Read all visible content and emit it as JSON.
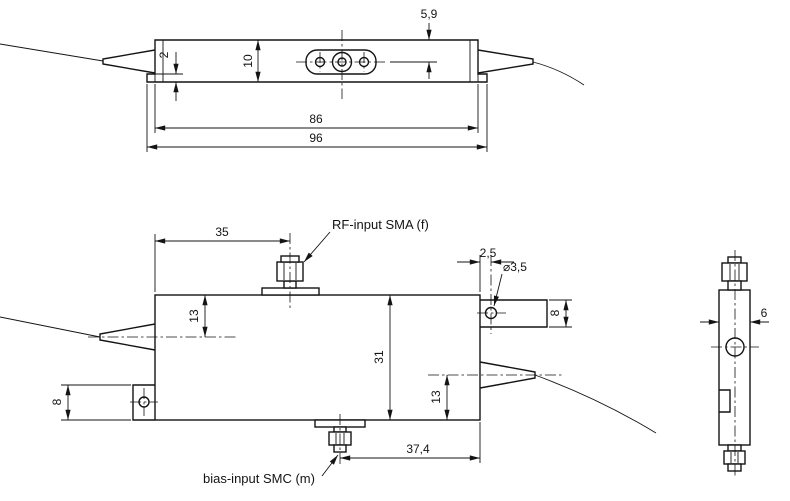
{
  "colors": {
    "line": "#141414",
    "background": "#ffffff"
  },
  "labels": {
    "rf_input": "RF-input SMA (f)",
    "bias_input": "bias-input SMC (m)"
  },
  "top_view": {
    "connector_offset": "5,9",
    "flange_thickness": "2",
    "body_height": "10",
    "body_length": "86",
    "overall_length": "96"
  },
  "side_view": {
    "rf_connector_offset": "35",
    "fiber_axis_from_top": "13",
    "body_height": "31",
    "fiber_axis_from_bottom": "13",
    "left_flange_height": "8",
    "hole_center_offset": "2,5",
    "hole_diameter": "⌀3,5",
    "right_flange_height": "8",
    "bias_connector_offset": "37,4"
  },
  "end_view": {
    "body_width": "6"
  }
}
